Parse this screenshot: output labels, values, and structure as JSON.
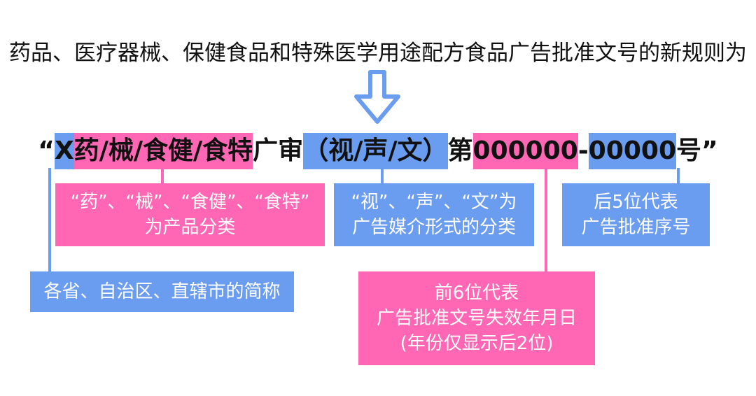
{
  "title": "药品、医疗器械、保健食品和特殊医学用途配方食品广告批准文号的新规则为",
  "arrow_icon": "down-arrow-outline",
  "format": {
    "open_quote": "“",
    "province": "X",
    "category": "药/械/食健/食特",
    "fixed_review": "广审",
    "media": "（视/声/文）",
    "fixed_di": "第",
    "date_code": "000000",
    "dash": "-",
    "serial": "00000",
    "fixed_hao": "号",
    "close_quote": "”"
  },
  "annotations": {
    "category": {
      "line1": "“药”、“械”、“食健”、“食特”",
      "line2": "为产品分类"
    },
    "media": {
      "line1": "“视”、“声”、“文”为",
      "line2": "广告媒介形式的分类"
    },
    "serial": {
      "line1": "后5位代表",
      "line2": "广告批准序号"
    },
    "province": {
      "line1": "各省、自治区、直辖市的简称"
    },
    "date_code": {
      "line1": "前6位代表",
      "line2": "广告批准文号失效年月日",
      "line3": "(年份仅显示后2位)"
    }
  },
  "colors": {
    "blue": "#6a9cf0",
    "pink": "#ff66b3",
    "text": "#111111"
  }
}
